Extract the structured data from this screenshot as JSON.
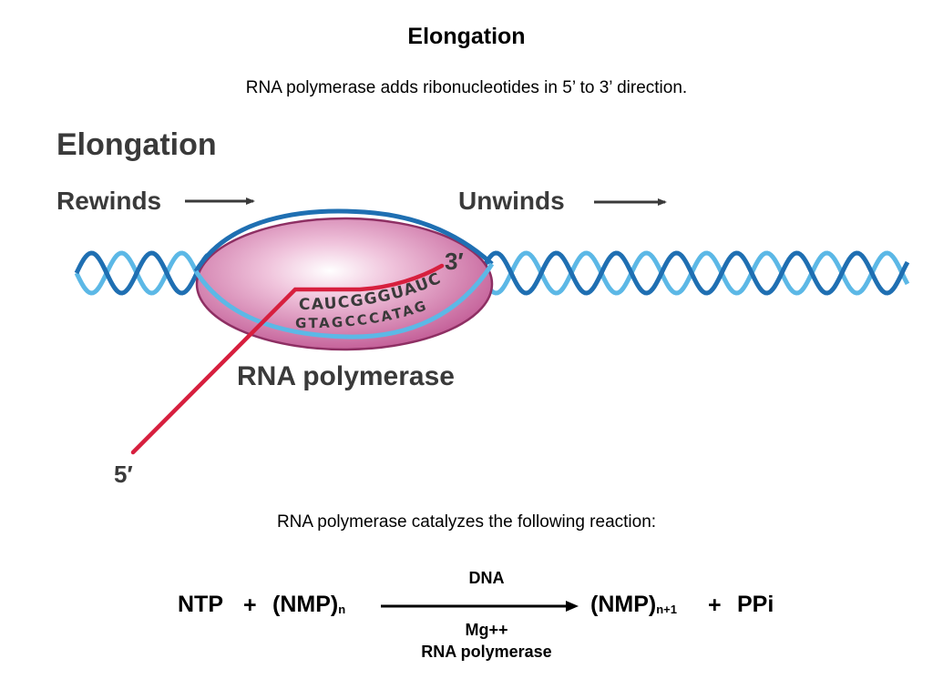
{
  "slide": {
    "title": "Elongation",
    "subtitle": "RNA polymerase adds ribonucleotides in 5’ to 3’ direction.",
    "caption": "RNA polymerase catalyzes the following reaction:"
  },
  "figure": {
    "heading": "Elongation",
    "rewinds_label": "Rewinds",
    "unwinds_label": "Unwinds",
    "enzyme_label": "RNA polymerase",
    "rna_seq": "CAUCGGGUAUC",
    "dna_seq": "GTAGCCCATAG",
    "three_prime": "3′",
    "five_prime": "5′",
    "colors": {
      "polymerase": "#c5629a",
      "rna": "#d71f3e",
      "dna_dark": "#1f6fb2",
      "dna_light": "#5cb8e6",
      "label_gray": "#3a3a3a"
    }
  },
  "reaction": {
    "left_ntp": "NTP",
    "plus1": "+",
    "nmp_left": "(NMP)",
    "sub_left": "n",
    "above_arrow": "DNA",
    "below_arrow_1": "Mg++",
    "below_arrow_2": "RNA polymerase",
    "nmp_right": "(NMP)",
    "sub_right": "n+1",
    "plus2": "+",
    "ppi": "PPi"
  }
}
